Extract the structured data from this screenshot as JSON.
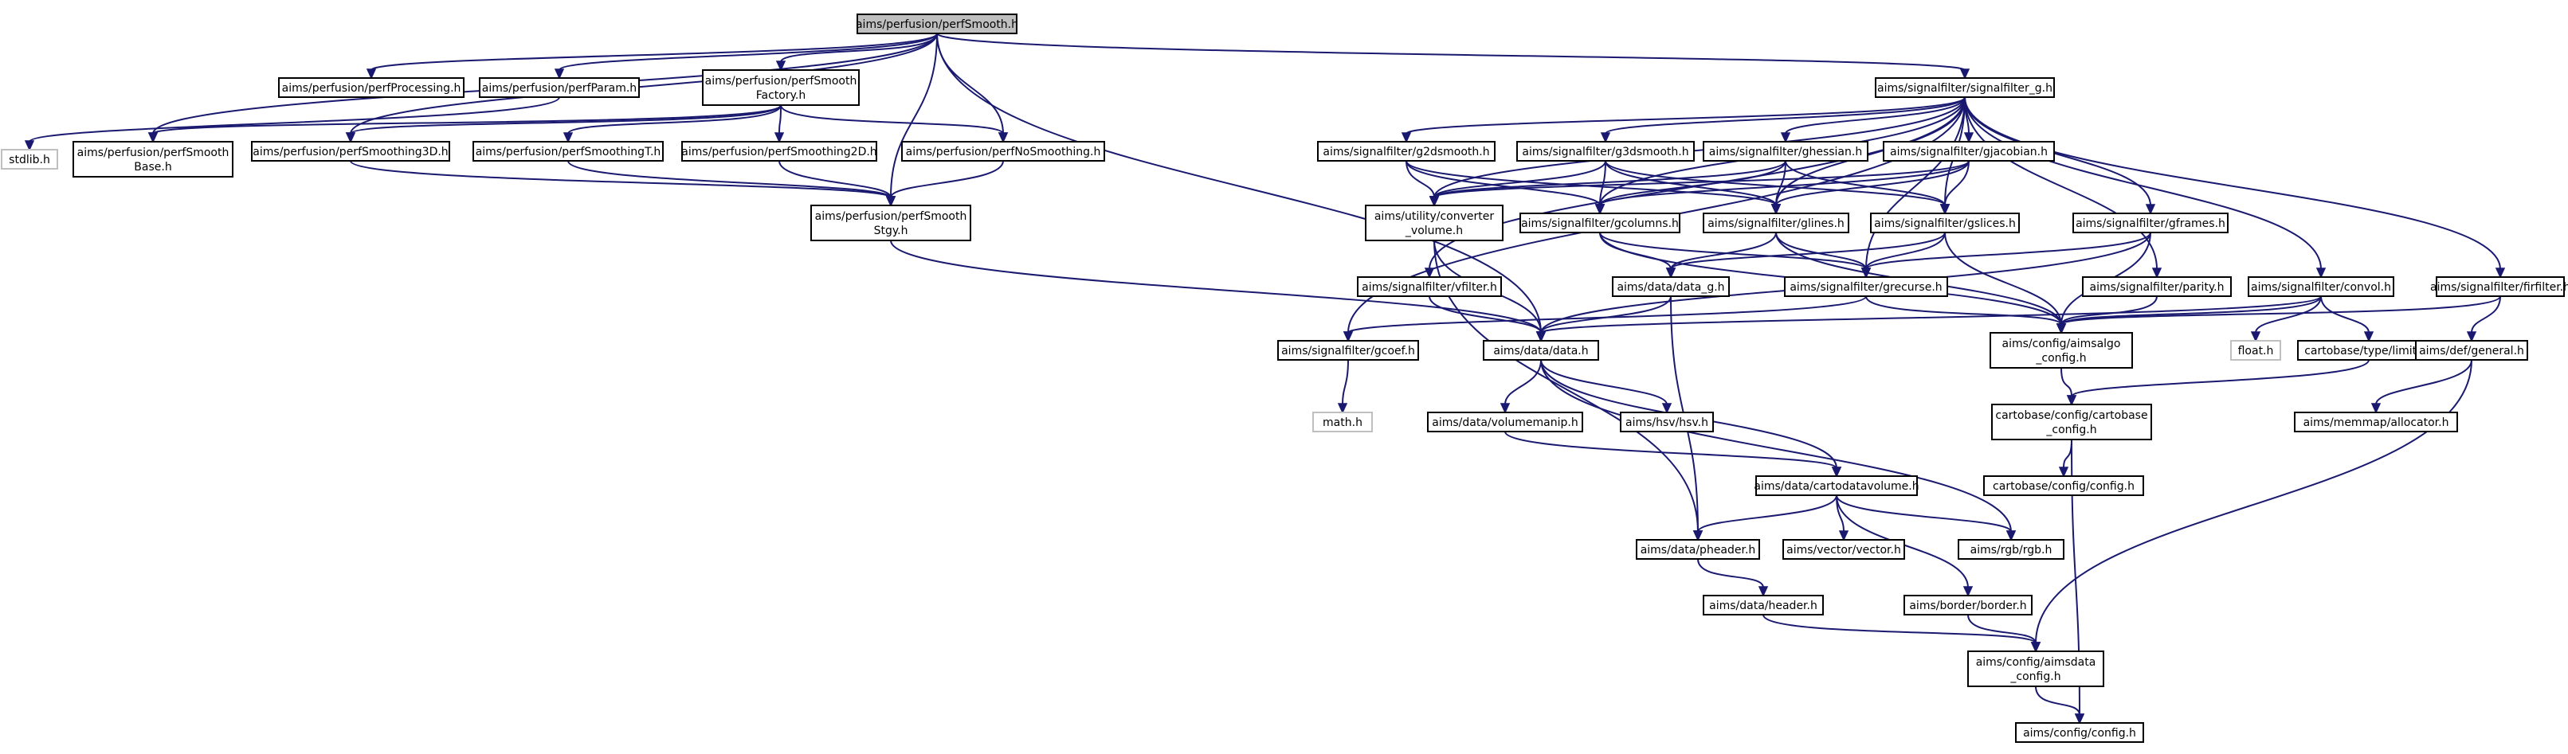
{
  "colors": {
    "edge": "#191970",
    "root_fill": "#bfbfbf",
    "node_border": "#000000",
    "external_border": "#bfbfbf",
    "background": "#ffffff"
  },
  "nodes": [
    {
      "id": "perfSmooth",
      "lines": [
        "aims/perfusion/perfSmooth.h"
      ],
      "root": true
    },
    {
      "id": "perfProcessing",
      "lines": [
        "aims/perfusion/perfProcessing.h"
      ]
    },
    {
      "id": "perfParam",
      "lines": [
        "aims/perfusion/perfParam.h"
      ]
    },
    {
      "id": "perfSmoothFactory",
      "lines": [
        "aims/perfusion/perfSmooth",
        "Factory.h"
      ]
    },
    {
      "id": "signalfilter_g",
      "lines": [
        "aims/signalfilter/signalfilter_g.h"
      ]
    },
    {
      "id": "stdlib",
      "lines": [
        "stdlib.h"
      ],
      "external": true
    },
    {
      "id": "perfSmoothBase",
      "lines": [
        "aims/perfusion/perfSmooth",
        "Base.h"
      ]
    },
    {
      "id": "perfSmoothing3D",
      "lines": [
        "aims/perfusion/perfSmoothing3D.h"
      ]
    },
    {
      "id": "perfSmoothingT",
      "lines": [
        "aims/perfusion/perfSmoothingT.h"
      ]
    },
    {
      "id": "perfSmoothing2D",
      "lines": [
        "aims/perfusion/perfSmoothing2D.h"
      ]
    },
    {
      "id": "perfNoSmoothing",
      "lines": [
        "aims/perfusion/perfNoSmoothing.h"
      ]
    },
    {
      "id": "perfSmoothStgy",
      "lines": [
        "aims/perfusion/perfSmooth",
        "Stgy.h"
      ]
    },
    {
      "id": "g2dsmooth",
      "lines": [
        "aims/signalfilter/g2dsmooth.h"
      ]
    },
    {
      "id": "g3dsmooth",
      "lines": [
        "aims/signalfilter/g3dsmooth.h"
      ]
    },
    {
      "id": "ghessian",
      "lines": [
        "aims/signalfilter/ghessian.h"
      ]
    },
    {
      "id": "gjacobian",
      "lines": [
        "aims/signalfilter/gjacobian.h"
      ]
    },
    {
      "id": "converter_volume",
      "lines": [
        "aims/utility/converter",
        "_volume.h"
      ]
    },
    {
      "id": "gcolumns",
      "lines": [
        "aims/signalfilter/gcolumns.h"
      ]
    },
    {
      "id": "glines",
      "lines": [
        "aims/signalfilter/glines.h"
      ]
    },
    {
      "id": "gslices",
      "lines": [
        "aims/signalfilter/gslices.h"
      ]
    },
    {
      "id": "gframes",
      "lines": [
        "aims/signalfilter/gframes.h"
      ]
    },
    {
      "id": "data_g",
      "lines": [
        "aims/data/data_g.h"
      ]
    },
    {
      "id": "grecurse",
      "lines": [
        "aims/signalfilter/grecurse.h"
      ]
    },
    {
      "id": "vfilter",
      "lines": [
        "aims/signalfilter/vfilter.h"
      ]
    },
    {
      "id": "parity",
      "lines": [
        "aims/signalfilter/parity.h"
      ]
    },
    {
      "id": "convol",
      "lines": [
        "aims/signalfilter/convol.h"
      ]
    },
    {
      "id": "firfilter",
      "lines": [
        "aims/signalfilter/firfilter.h"
      ]
    },
    {
      "id": "gcoef",
      "lines": [
        "aims/signalfilter/gcoef.h"
      ]
    },
    {
      "id": "data",
      "lines": [
        "aims/data/data.h"
      ]
    },
    {
      "id": "aimsalgo_config",
      "lines": [
        "aims/config/aimsalgo",
        "_config.h"
      ]
    },
    {
      "id": "float",
      "lines": [
        "float.h"
      ],
      "external": true
    },
    {
      "id": "limits",
      "lines": [
        "cartobase/type/limits.h"
      ]
    },
    {
      "id": "general",
      "lines": [
        "aims/def/general.h"
      ]
    },
    {
      "id": "math",
      "lines": [
        "math.h"
      ],
      "external": true
    },
    {
      "id": "volumemanip",
      "lines": [
        "aims/data/volumemanip.h"
      ]
    },
    {
      "id": "hsv",
      "lines": [
        "aims/hsv/hsv.h"
      ]
    },
    {
      "id": "cartobase_config",
      "lines": [
        "cartobase/config/cartobase",
        "_config.h"
      ]
    },
    {
      "id": "allocator",
      "lines": [
        "aims/memmap/allocator.h"
      ]
    },
    {
      "id": "cartodatavolume",
      "lines": [
        "aims/data/cartodatavolume.h"
      ]
    },
    {
      "id": "cartobase_configh",
      "lines": [
        "cartobase/config/config.h"
      ]
    },
    {
      "id": "pheader",
      "lines": [
        "aims/data/pheader.h"
      ]
    },
    {
      "id": "vector",
      "lines": [
        "aims/vector/vector.h"
      ]
    },
    {
      "id": "rgb",
      "lines": [
        "aims/rgb/rgb.h"
      ]
    },
    {
      "id": "header",
      "lines": [
        "aims/data/header.h"
      ]
    },
    {
      "id": "border",
      "lines": [
        "aims/border/border.h"
      ]
    },
    {
      "id": "aimsdata_config",
      "lines": [
        "aims/config/aimsdata",
        "_config.h"
      ]
    },
    {
      "id": "aims_config",
      "lines": [
        "aims/config/config.h"
      ]
    }
  ],
  "edges": [
    [
      "perfSmooth",
      "perfProcessing"
    ],
    [
      "perfSmooth",
      "perfParam"
    ],
    [
      "perfSmooth",
      "perfSmoothFactory"
    ],
    [
      "perfSmooth",
      "signalfilter_g"
    ],
    [
      "perfSmooth",
      "perfSmoothBase"
    ],
    [
      "perfSmooth",
      "perfSmoothing3D"
    ],
    [
      "perfSmooth",
      "perfNoSmoothing"
    ],
    [
      "perfSmooth",
      "perfSmoothStgy"
    ],
    [
      "perfSmooth",
      "data"
    ],
    [
      "perfParam",
      "stdlib"
    ],
    [
      "perfSmoothFactory",
      "perfSmoothBase"
    ],
    [
      "perfSmoothFactory",
      "perfSmoothing3D"
    ],
    [
      "perfSmoothFactory",
      "perfSmoothingT"
    ],
    [
      "perfSmoothFactory",
      "perfSmoothing2D"
    ],
    [
      "perfSmoothFactory",
      "perfNoSmoothing"
    ],
    [
      "perfSmoothing3D",
      "perfSmoothStgy"
    ],
    [
      "perfSmoothingT",
      "perfSmoothStgy"
    ],
    [
      "perfSmoothing2D",
      "perfSmoothStgy"
    ],
    [
      "perfNoSmoothing",
      "perfSmoothStgy"
    ],
    [
      "perfSmoothStgy",
      "data"
    ],
    [
      "signalfilter_g",
      "g2dsmooth"
    ],
    [
      "signalfilter_g",
      "g3dsmooth"
    ],
    [
      "signalfilter_g",
      "ghessian"
    ],
    [
      "signalfilter_g",
      "gjacobian"
    ],
    [
      "signalfilter_g",
      "converter_volume"
    ],
    [
      "signalfilter_g",
      "gcolumns"
    ],
    [
      "signalfilter_g",
      "glines"
    ],
    [
      "signalfilter_g",
      "gslices"
    ],
    [
      "signalfilter_g",
      "gframes"
    ],
    [
      "signalfilter_g",
      "grecurse"
    ],
    [
      "signalfilter_g",
      "vfilter"
    ],
    [
      "signalfilter_g",
      "parity"
    ],
    [
      "signalfilter_g",
      "convol"
    ],
    [
      "signalfilter_g",
      "firfilter"
    ],
    [
      "signalfilter_g",
      "gcoef"
    ],
    [
      "g2dsmooth",
      "converter_volume"
    ],
    [
      "g2dsmooth",
      "gcolumns"
    ],
    [
      "g2dsmooth",
      "glines"
    ],
    [
      "g3dsmooth",
      "converter_volume"
    ],
    [
      "g3dsmooth",
      "gcolumns"
    ],
    [
      "g3dsmooth",
      "glines"
    ],
    [
      "g3dsmooth",
      "gslices"
    ],
    [
      "ghessian",
      "converter_volume"
    ],
    [
      "ghessian",
      "gcolumns"
    ],
    [
      "ghessian",
      "glines"
    ],
    [
      "ghessian",
      "gslices"
    ],
    [
      "gjacobian",
      "converter_volume"
    ],
    [
      "gjacobian",
      "gcolumns"
    ],
    [
      "gjacobian",
      "glines"
    ],
    [
      "gjacobian",
      "gslices"
    ],
    [
      "converter_volume",
      "data"
    ],
    [
      "converter_volume",
      "pheader"
    ],
    [
      "gcolumns",
      "data_g"
    ],
    [
      "gcolumns",
      "grecurse"
    ],
    [
      "gcolumns",
      "aimsalgo_config"
    ],
    [
      "glines",
      "data_g"
    ],
    [
      "glines",
      "grecurse"
    ],
    [
      "glines",
      "aimsalgo_config"
    ],
    [
      "gslices",
      "data_g"
    ],
    [
      "gslices",
      "grecurse"
    ],
    [
      "gslices",
      "aimsalgo_config"
    ],
    [
      "gframes",
      "grecurse"
    ],
    [
      "gframes",
      "aimsalgo_config"
    ],
    [
      "gframes",
      "data"
    ],
    [
      "data_g",
      "data"
    ],
    [
      "data_g",
      "pheader"
    ],
    [
      "grecurse",
      "gcoef"
    ],
    [
      "grecurse",
      "aimsalgo_config"
    ],
    [
      "vfilter",
      "data"
    ],
    [
      "parity",
      "aimsalgo_config"
    ],
    [
      "convol",
      "data"
    ],
    [
      "convol",
      "aimsalgo_config"
    ],
    [
      "convol",
      "float"
    ],
    [
      "convol",
      "limits"
    ],
    [
      "firfilter",
      "aimsalgo_config"
    ],
    [
      "firfilter",
      "general"
    ],
    [
      "gcoef",
      "math"
    ],
    [
      "data",
      "volumemanip"
    ],
    [
      "data",
      "hsv"
    ],
    [
      "data",
      "cartodatavolume"
    ],
    [
      "data",
      "rgb"
    ],
    [
      "aimsalgo_config",
      "cartobase_config"
    ],
    [
      "limits",
      "cartobase_config"
    ],
    [
      "general",
      "allocator"
    ],
    [
      "general",
      "aimsdata_config"
    ],
    [
      "volumemanip",
      "cartodatavolume"
    ],
    [
      "cartobase_config",
      "cartobase_configh"
    ],
    [
      "cartobase_config",
      "aims_config"
    ],
    [
      "cartodatavolume",
      "pheader"
    ],
    [
      "cartodatavolume",
      "vector"
    ],
    [
      "cartodatavolume",
      "rgb"
    ],
    [
      "cartodatavolume",
      "border"
    ],
    [
      "pheader",
      "header"
    ],
    [
      "header",
      "aimsdata_config"
    ],
    [
      "border",
      "aimsdata_config"
    ],
    [
      "aimsdata_config",
      "aims_config"
    ]
  ]
}
